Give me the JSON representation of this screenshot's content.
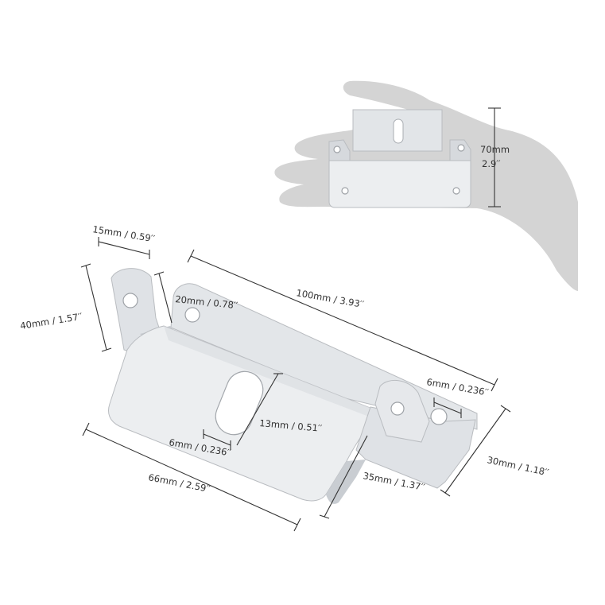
{
  "colors": {
    "background": "#ffffff",
    "hand_silhouette": "#d4d4d4",
    "metal_light": "#ebedef",
    "metal_mid": "#dcdfe2",
    "metal_dark": "#c4c8cc",
    "dimension_ink": "#333333"
  },
  "dimensions": {
    "height_small_mm": "70mm",
    "height_small_in": "2.9′′",
    "tab_width": "15mm / 0.59′′",
    "tab_height": "40mm / 1.57′′",
    "hole_offset": "20mm / 0.78′′",
    "total_length": "100mm / 3.93′′",
    "hole_diameter_right": "6mm / 0.236′′",
    "slot_length": "13mm / 0.51′′",
    "slot_width": "6mm / 0.236′′",
    "base_depth": "66mm / 2.59′′",
    "flange_depth": "35mm / 1.37′′",
    "flange_height": "30mm / 1.18′′"
  }
}
